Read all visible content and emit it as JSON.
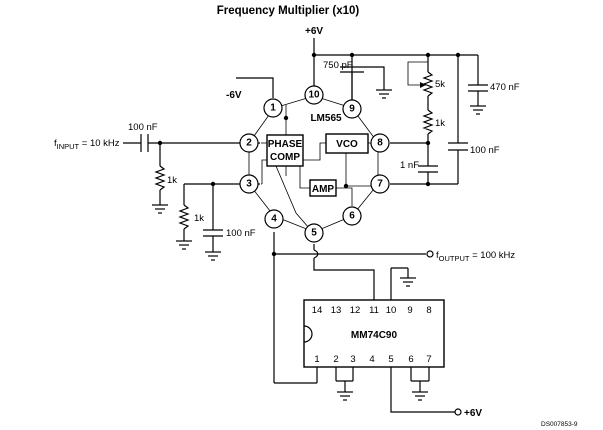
{
  "title": "Frequency Multiplier (x10)",
  "chip": {
    "name": "LM565",
    "pins": [
      "1",
      "2",
      "3",
      "4",
      "5",
      "6",
      "7",
      "8",
      "9",
      "10"
    ],
    "blocks": {
      "phase_comp_1": "PHASE",
      "phase_comp_2": "COMP",
      "vco": "VCO",
      "amp": "AMP"
    }
  },
  "counter": {
    "name": "MM74C90",
    "top_pins": [
      "14",
      "13",
      "12",
      "11",
      "10",
      "9",
      "8"
    ],
    "bottom_pins": [
      "1",
      "2",
      "3",
      "4",
      "5",
      "6",
      "7"
    ]
  },
  "supplies": {
    "pos_top": "+6V",
    "neg": "-6V",
    "pos_bottom": "+6V"
  },
  "components": {
    "c_750": "750 pF",
    "r_5k": "5k",
    "c_470": "470 nF",
    "r_1k_vco": "1k",
    "c_1n": "1 nF",
    "c_100n_right": "100 nF",
    "c_100n_input": "100 nF",
    "r_1k_input": "1k",
    "r_1k_pin3": "1k",
    "c_100n_pin3": "100 nF"
  },
  "signals": {
    "input_f": "f",
    "input_sub": "INPUT",
    "input_val": " = 10 kHz",
    "output_f": "f",
    "output_sub": "OUTPUT",
    "output_val": " = 100 kHz"
  },
  "footer_code": "DS007853-9"
}
